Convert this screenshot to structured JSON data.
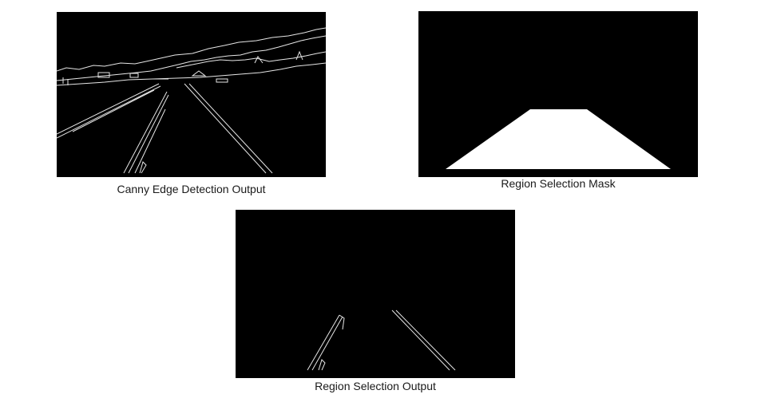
{
  "figures": [
    {
      "id": "canny",
      "caption": "Canny Edge Detection Output"
    },
    {
      "id": "mask",
      "caption": "Region Selection Mask"
    },
    {
      "id": "output",
      "caption": "Region Selection Output"
    }
  ],
  "colors": {
    "background": "#ffffff",
    "panel": "#000000",
    "edge": "#e6e6e6",
    "mask": "#ffffff"
  }
}
